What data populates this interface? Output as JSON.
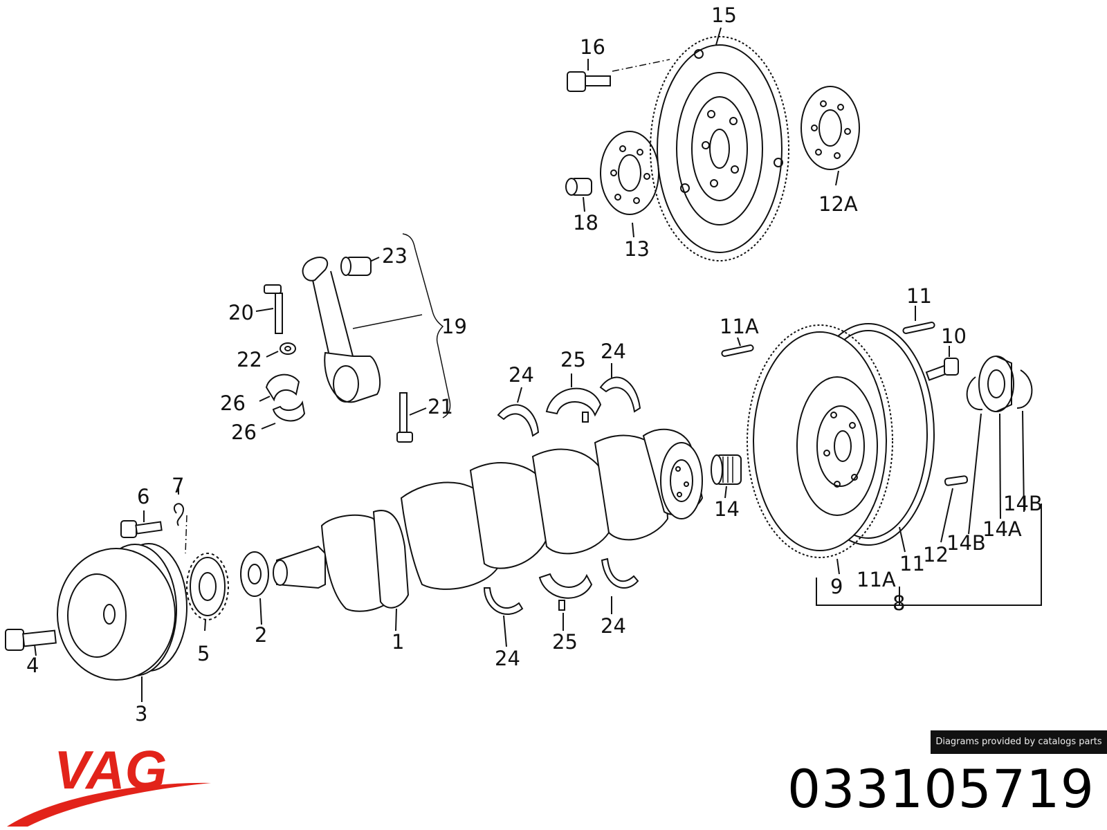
{
  "labels": [
    {
      "id": "15",
      "text": "15"
    },
    {
      "id": "16",
      "text": "16"
    },
    {
      "id": "12A_top",
      "text": "12A"
    },
    {
      "id": "18",
      "text": "18"
    },
    {
      "id": "13",
      "text": "13"
    },
    {
      "id": "23",
      "text": "23"
    },
    {
      "id": "19",
      "text": "19"
    },
    {
      "id": "20",
      "text": "20"
    },
    {
      "id": "22",
      "text": "22"
    },
    {
      "id": "26a",
      "text": "26"
    },
    {
      "id": "26b",
      "text": "26"
    },
    {
      "id": "21",
      "text": "21"
    },
    {
      "id": "24a",
      "text": "24"
    },
    {
      "id": "25a",
      "text": "25"
    },
    {
      "id": "24b",
      "text": "24"
    },
    {
      "id": "11A_top",
      "text": "11A"
    },
    {
      "id": "11_top",
      "text": "11"
    },
    {
      "id": "10",
      "text": "10"
    },
    {
      "id": "14",
      "text": "14"
    },
    {
      "id": "14B_r",
      "text": "14B"
    },
    {
      "id": "14A",
      "text": "14A"
    },
    {
      "id": "14B_l",
      "text": "14B"
    },
    {
      "id": "12",
      "text": "12"
    },
    {
      "id": "11_b",
      "text": "11"
    },
    {
      "id": "11A_b",
      "text": "11A"
    },
    {
      "id": "9",
      "text": "9"
    },
    {
      "id": "8",
      "text": "8"
    },
    {
      "id": "6",
      "text": "6"
    },
    {
      "id": "7",
      "text": "7"
    },
    {
      "id": "4",
      "text": "4"
    },
    {
      "id": "5",
      "text": "5"
    },
    {
      "id": "3",
      "text": "3"
    },
    {
      "id": "2",
      "text": "2"
    },
    {
      "id": "1",
      "text": "1"
    },
    {
      "id": "24c",
      "text": "24"
    },
    {
      "id": "25b",
      "text": "25"
    },
    {
      "id": "24d",
      "text": "24"
    }
  ],
  "credit": "Diagrams provided by catalogs parts",
  "brand": {
    "name": "VAG",
    "color": "#e2231a"
  },
  "part_number": "033105719"
}
